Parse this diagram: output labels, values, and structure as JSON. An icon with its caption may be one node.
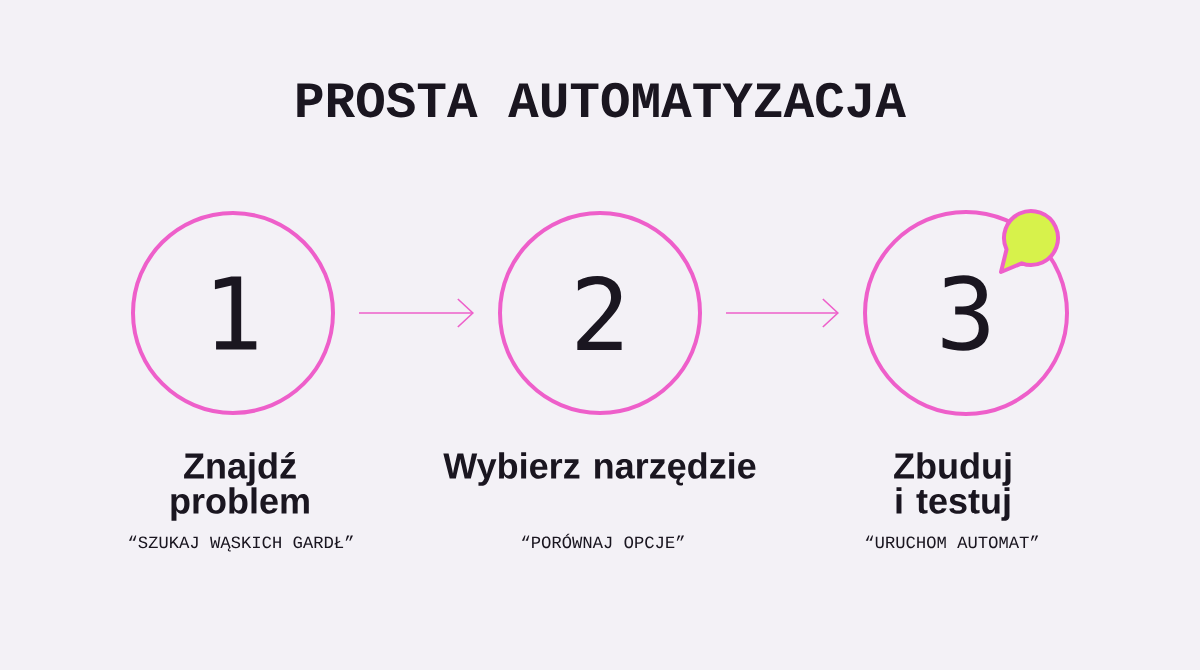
{
  "diagram": {
    "title": "PROSTA AUTOMATYZACJA",
    "nodes": [
      {
        "text": [
          "1",
          "Znajdź problem",
          "“SZUKAJ WĄSKICH GARDŁ”"
        ]
      },
      {
        "text": [
          "2",
          "Wybierz narzędzie",
          "“PORÓWNAJ OPCJE”"
        ]
      },
      {
        "text": [
          "3",
          "Zbuduj i testuj",
          "“URUCHOM AUTOMAT”"
        ]
      }
    ],
    "edges": [
      {
        "from": 0,
        "to": 1,
        "arrow": "to"
      },
      {
        "from": 1,
        "to": 2,
        "arrow": "to"
      }
    ]
  }
}
